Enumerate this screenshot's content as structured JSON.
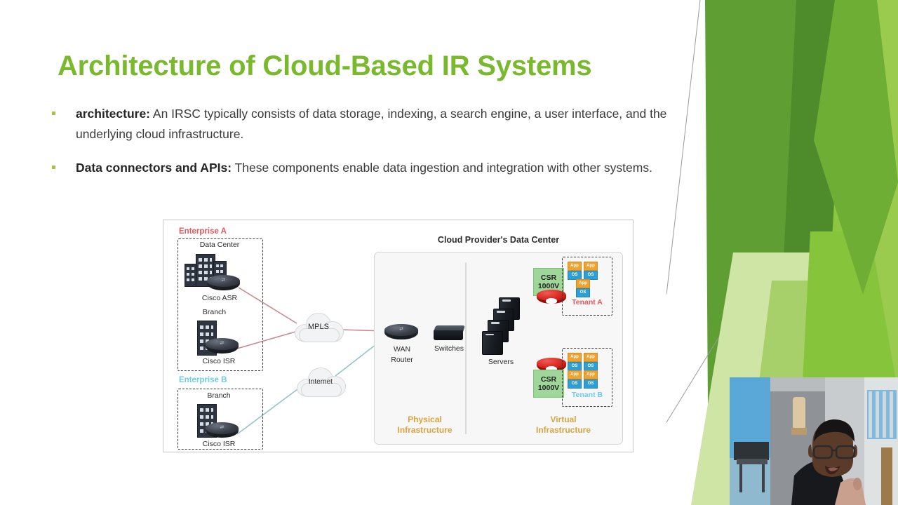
{
  "slide": {
    "title": "Architecture of Cloud-Based IR Systems",
    "title_color": "#7AB82E",
    "bullet_color": "#A9C23F",
    "bullets": [
      {
        "lead": "architecture:",
        "body": " An IRSC typically consists of data storage, indexing, a search engine, a user interface, and the underlying cloud infrastructure."
      },
      {
        "lead": "Data connectors and APIs:",
        "body": " These components enable data ingestion and integration with other systems."
      }
    ]
  },
  "diagram": {
    "enterprise_a": {
      "title": "Enterprise A",
      "color": "#E8565C",
      "sites": [
        {
          "name": "Data Center",
          "device": "Cisco ASR"
        },
        {
          "name": "Branch",
          "device": "Cisco ISR"
        }
      ]
    },
    "enterprise_b": {
      "title": "Enterprise B",
      "color": "#6ECBE8",
      "sites": [
        {
          "name": "Branch",
          "device": "Cisco ISR"
        }
      ]
    },
    "clouds": [
      {
        "label": "MPLS"
      },
      {
        "label": "Internet"
      }
    ],
    "provider": {
      "title": "Cloud Provider's Data Center",
      "physical": {
        "label_line1": "Physical",
        "label_line2": "Infrastructure",
        "color": "#D9A441",
        "nodes": [
          {
            "label_line1": "WAN",
            "label_line2": "Router"
          },
          {
            "label_line1": "Switches",
            "label_line2": ""
          },
          {
            "label_line1": "Servers",
            "label_line2": ""
          }
        ]
      },
      "virtual": {
        "label_line1": "Virtual",
        "label_line2": "Infrastructure",
        "color": "#D9A441",
        "csr_label_line1": "CSR",
        "csr_label_line2": "1000V",
        "vm_app_label": "App",
        "vm_os_label": "OS",
        "tenants": [
          {
            "name": "Tenant A",
            "color": "#E8565C",
            "vm_count": 3
          },
          {
            "name": "Tenant B",
            "color": "#6ECBE8",
            "vm_count": 4
          }
        ]
      }
    }
  }
}
